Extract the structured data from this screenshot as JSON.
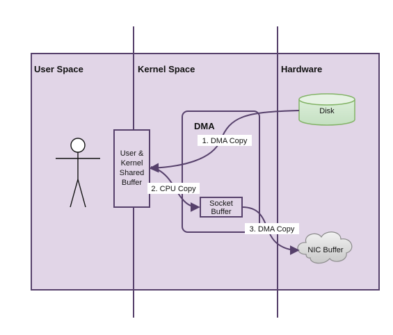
{
  "regions": {
    "user_space": "User Space",
    "kernel_space": "Kernel Space",
    "hardware": "Hardware"
  },
  "dma_group": {
    "label": "DMA"
  },
  "shared_buffer": {
    "lines": [
      "User &",
      "Kernel",
      "Shared",
      "Buffer"
    ]
  },
  "socket_buffer": {
    "lines": [
      "Socket",
      "Buffer"
    ]
  },
  "disk": {
    "label": "Disk"
  },
  "nic_buffer": {
    "label": "NIC Buffer"
  },
  "flows": {
    "dma_copy_1": "1. DMA Copy",
    "cpu_copy": "2. CPU Copy",
    "dma_copy_3": "3. DMA Copy"
  },
  "colors": {
    "panel_fill": "#e1d5e7",
    "line": "#56406b",
    "disk_fill": "#d5e8d4",
    "disk_stroke": "#82b366",
    "nic_fill": "#e0e0e0"
  }
}
